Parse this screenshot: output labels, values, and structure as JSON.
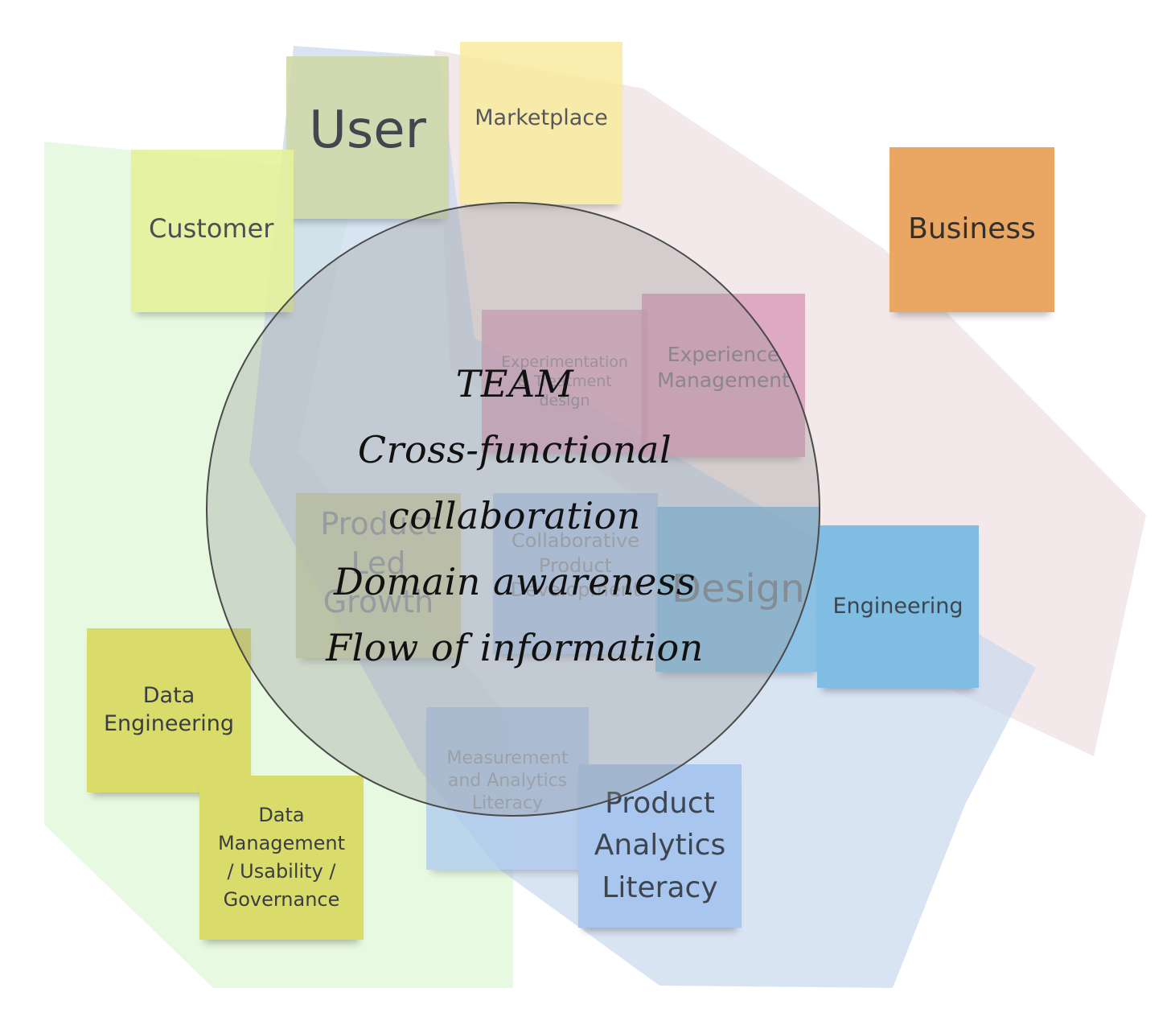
{
  "colors": {
    "green_region": "#d8f5cf",
    "blue_region": "#c9d8ee",
    "pink_region": "#f0e1e3",
    "yellow": "#f9ec9f",
    "lime": "#e5f29c",
    "olive": "#d9dc6b",
    "orange": "#eaa763",
    "pink": "#d99ab9",
    "blue": "#7fbde3",
    "light_blue": "#a9c6ee",
    "khaki": "#c9d0a3"
  },
  "notes": {
    "user": "User",
    "marketplace": "Marketplace",
    "customer": "Customer",
    "business": "Business",
    "experimentation": [
      "Experimentation",
      "& Treatment",
      "design"
    ],
    "experience": [
      "Experience",
      "Management"
    ],
    "product_led": [
      "Product",
      "Led",
      "Growth"
    ],
    "collaborative": [
      "Collaborative",
      "Product",
      "Development"
    ],
    "design": "Design",
    "engineering": "Engineering",
    "data_engineering": [
      "Data",
      "Engineering"
    ],
    "data_management": [
      "Data",
      "Management",
      "/ Usability /",
      "Governance"
    ],
    "measurement": [
      "Measurement",
      "and Analytics",
      "Literacy"
    ],
    "product_analytics": [
      "Product",
      "Analytics",
      "Literacy"
    ]
  },
  "team": {
    "line1": "TEAM",
    "line2": "Cross-functional",
    "line3": "collaboration",
    "line4": "Domain awareness",
    "line5": "Flow of information"
  }
}
